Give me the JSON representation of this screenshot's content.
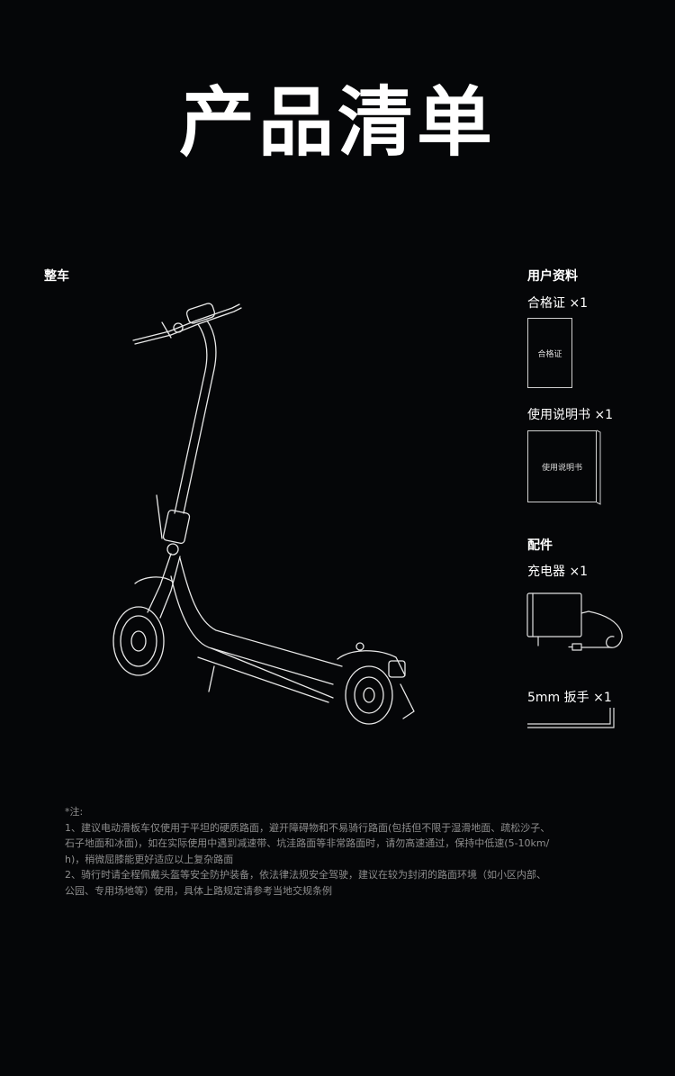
{
  "title": "产品清单",
  "vehicle": {
    "label": "整车"
  },
  "docs": {
    "label": "用户资料",
    "items": [
      {
        "label": "合格证 ×1",
        "cover": "合格证"
      },
      {
        "label": "使用说明书 ×1",
        "cover": "使用说明书"
      }
    ]
  },
  "accessories": {
    "label": "配件",
    "items": [
      {
        "label": "充电器 ×1"
      },
      {
        "label": "5mm 扳手 ×1"
      }
    ]
  },
  "notes": {
    "heading": "*注:",
    "lines": [
      "1、建议电动滑板车仅使用于平坦的硬质路面，避开障碍物和不易骑行路面(包括但不限于湿滑地面、疏松沙子、",
      "石子地面和冰面)，如在实际使用中遇到减速带、坑洼路面等非常路面时，请勿高速通过，保持中低速(5-10km/",
      "h)，稍微屈膝能更好适应以上复杂路面",
      "2、骑行时请全程佩戴头盔等安全防护装备，依法律法规安全驾驶，建议在较为封闭的路面环境（如小区内部、",
      "公园、专用场地等）使用，具体上路规定请参考当地交规条例"
    ]
  }
}
